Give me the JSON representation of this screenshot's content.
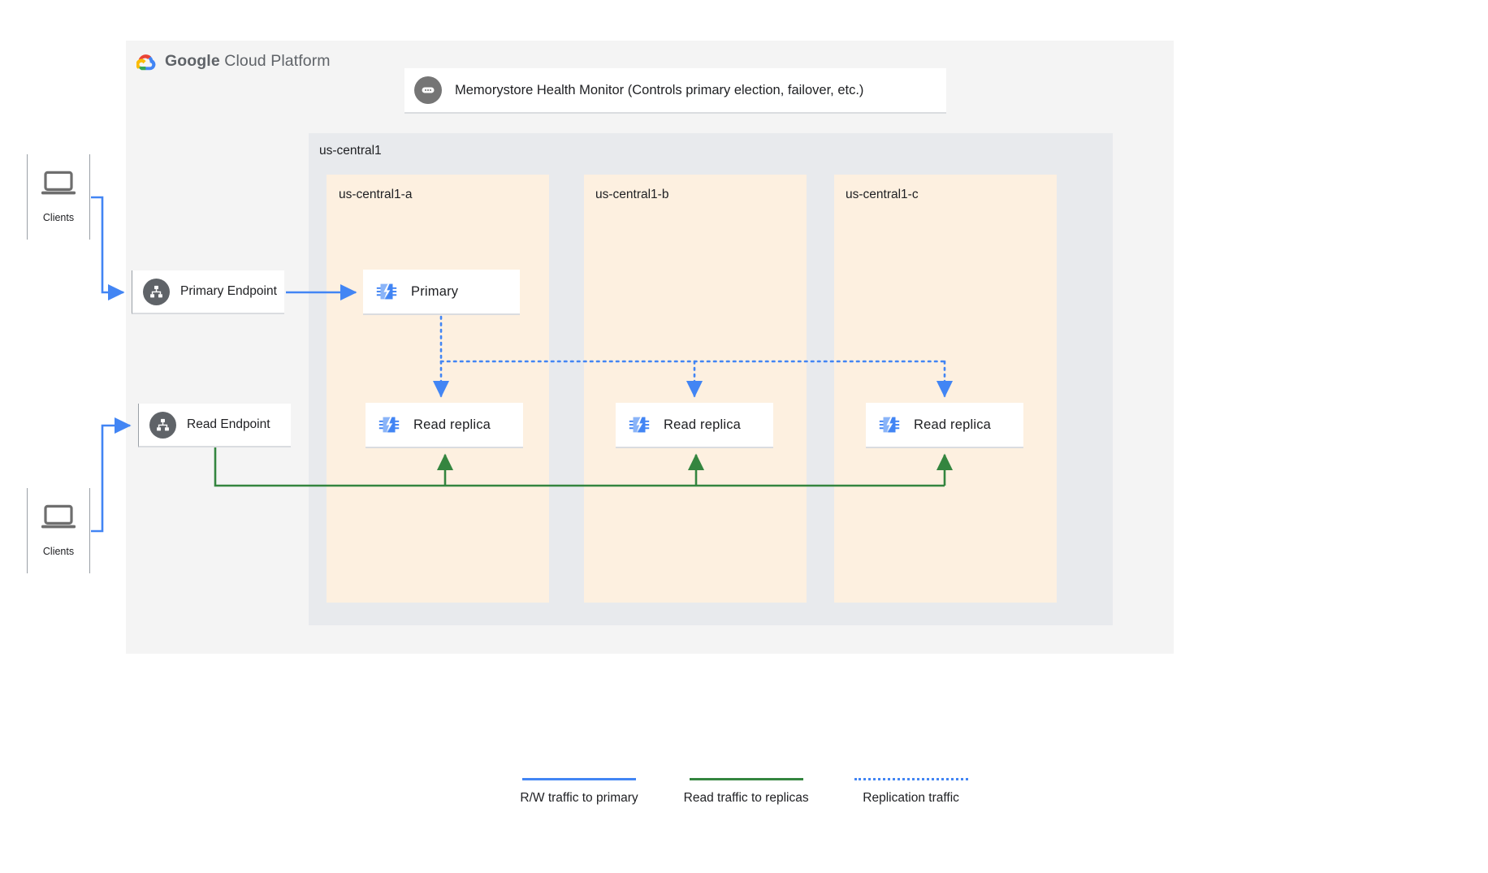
{
  "platform": {
    "brand_bold": "Google",
    "brand_rest": " Cloud Platform",
    "logo_icon": "google-cloud-logo-icon"
  },
  "health_monitor": {
    "label": "Memorystore Health Monitor (Controls primary election, failover, etc.)",
    "icon": "health-monitor-icon"
  },
  "region": {
    "label": "us-central1",
    "background": "#e8eaed"
  },
  "zones": [
    {
      "label": "us-central1-a"
    },
    {
      "label": "us-central1-b"
    },
    {
      "label": "us-central1-c"
    }
  ],
  "zone_background": "#fdf0e0",
  "clients": [
    {
      "label": "Clients",
      "icon": "laptop-icon"
    },
    {
      "label": "Clients",
      "icon": "laptop-icon"
    }
  ],
  "endpoints": [
    {
      "label": "Primary Endpoint",
      "icon": "endpoint-hierarchy-icon"
    },
    {
      "label": "Read Endpoint",
      "icon": "endpoint-hierarchy-icon"
    }
  ],
  "nodes": {
    "primary": {
      "label": "Primary",
      "icon": "memorystore-chip-icon"
    },
    "replicas": [
      {
        "label": "Read replica",
        "icon": "memorystore-chip-icon"
      },
      {
        "label": "Read replica",
        "icon": "memorystore-chip-icon"
      },
      {
        "label": "Read replica",
        "icon": "memorystore-chip-icon"
      }
    ]
  },
  "legend": [
    {
      "label": "R/W traffic to primary",
      "color": "#4285f4",
      "style": "solid"
    },
    {
      "label": "Read traffic to replicas",
      "color": "#34853f",
      "style": "solid"
    },
    {
      "label": "Replication traffic",
      "color": "#4285f4",
      "style": "dotted"
    }
  ],
  "colors": {
    "rw_traffic": "#4285f4",
    "read_traffic": "#34853f",
    "replication": "#4285f4",
    "panel": "#f4f4f4",
    "card": "#ffffff",
    "text": "#202124",
    "icon_gray": "#5f6368"
  }
}
